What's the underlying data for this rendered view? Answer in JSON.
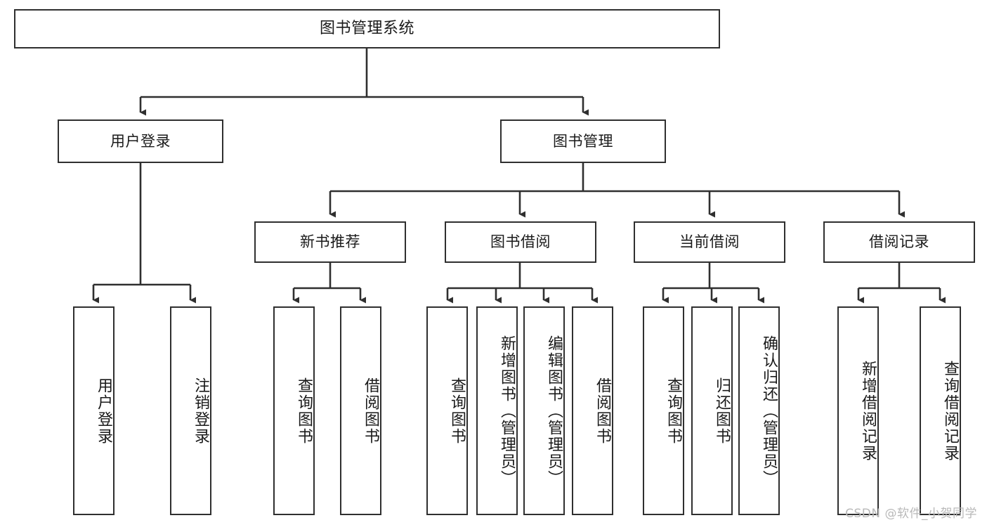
{
  "diagram": {
    "type": "tree-hierarchy",
    "title": "图书管理系统",
    "root": {
      "id": "root",
      "label": "图书管理系统"
    },
    "level1": [
      {
        "id": "user-login",
        "label": "用户登录"
      },
      {
        "id": "book-admin",
        "label": "图书管理"
      }
    ],
    "level2": [
      {
        "id": "new-book-rec",
        "label": "新书推荐",
        "parent": "book-admin"
      },
      {
        "id": "book-borrow",
        "label": "图书借阅",
        "parent": "book-admin"
      },
      {
        "id": "current-borrow",
        "label": "当前借阅",
        "parent": "book-admin"
      },
      {
        "id": "borrow-record",
        "label": "借阅记录",
        "parent": "book-admin"
      }
    ],
    "leaves": [
      {
        "id": "leaf-user-login",
        "label": "用户登录",
        "parent": "user-login"
      },
      {
        "id": "leaf-logout",
        "label": "注销登录",
        "parent": "user-login"
      },
      {
        "id": "leaf-query-book-1",
        "label": "查询图书",
        "parent": "new-book-rec"
      },
      {
        "id": "leaf-borrow-book-1",
        "label": "借阅图书",
        "parent": "new-book-rec"
      },
      {
        "id": "leaf-query-book-2",
        "label": "查询图书",
        "parent": "book-borrow"
      },
      {
        "id": "leaf-add-book",
        "label": "新增图书（管理员）",
        "parent": "book-borrow"
      },
      {
        "id": "leaf-edit-book",
        "label": "编辑图书（管理员）",
        "parent": "book-borrow"
      },
      {
        "id": "leaf-borrow-book-2",
        "label": "借阅图书",
        "parent": "book-borrow"
      },
      {
        "id": "leaf-query-book-3",
        "label": "查询图书",
        "parent": "current-borrow"
      },
      {
        "id": "leaf-return-book",
        "label": "归还图书",
        "parent": "current-borrow"
      },
      {
        "id": "leaf-confirm-return",
        "label": "确认归还（管理员）",
        "parent": "current-borrow"
      },
      {
        "id": "leaf-add-record",
        "label": "新增借阅记录",
        "parent": "borrow-record"
      },
      {
        "id": "leaf-query-record",
        "label": "查询借阅记录",
        "parent": "borrow-record"
      }
    ]
  },
  "watermark": {
    "text": "CSDN @软件_小贺同学"
  },
  "colors": {
    "stroke": "#2f2f2f",
    "fill": "#ffffff",
    "text": "#1a1a1a",
    "watermark": "#b9b9b9"
  }
}
